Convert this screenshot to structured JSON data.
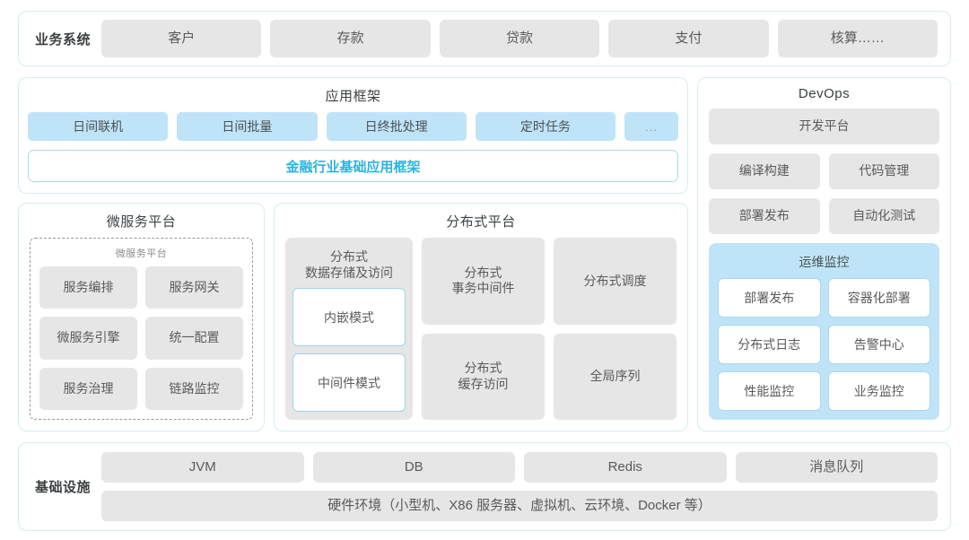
{
  "business_row": {
    "label": "业务系统",
    "items": [
      "客户",
      "存款",
      "贷款",
      "支付",
      "核算……"
    ]
  },
  "app_framework": {
    "title": "应用框架",
    "modules": [
      "日间联机",
      "日间批量",
      "日终批处理",
      "定时任务",
      "..."
    ],
    "foundation_bar": "金融行业基础应用框架"
  },
  "micro_platform": {
    "title": "微服务平台",
    "inner_label": "微服务平台",
    "items": [
      "服务编排",
      "服务网关",
      "微服务引擎",
      "统一配置",
      "服务治理",
      "链路监控"
    ]
  },
  "distributed_platform": {
    "title": "分布式平台",
    "storage": {
      "title": "分布式\n数据存储及访问",
      "title_line1": "分布式",
      "title_line2": "数据存储及访问",
      "modes": [
        "内嵌模式",
        "中间件模式"
      ]
    },
    "cells": [
      {
        "line1": "分布式",
        "line2": "事务中间件"
      },
      {
        "line1": "分布式调度",
        "line2": ""
      },
      {
        "line1": "分布式",
        "line2": "缓存访问"
      },
      {
        "line1": "全局序列",
        "line2": ""
      }
    ]
  },
  "devops": {
    "title": "DevOps",
    "platform": "开发平台",
    "items": [
      "编译构建",
      "代码管理",
      "部署发布",
      "自动化测试"
    ],
    "ops_monitor": {
      "title": "运维监控",
      "items": [
        "部署发布",
        "容器化部署",
        "分布式日志",
        "告警中心",
        "性能监控",
        "业务监控"
      ]
    }
  },
  "infrastructure": {
    "label": "基础设施",
    "items": [
      "JVM",
      "DB",
      "Redis",
      "消息队列"
    ],
    "hardware": "硬件环境（小型机、X86 服务器、虚拟机、云环境、Docker 等）"
  },
  "colors": {
    "card_border": "#d6ecf0",
    "grey_box": "#e6e6e6",
    "blue_box": "#bfe4f8",
    "accent_text": "#2bb3e0",
    "body_text": "#5a5a5a"
  }
}
